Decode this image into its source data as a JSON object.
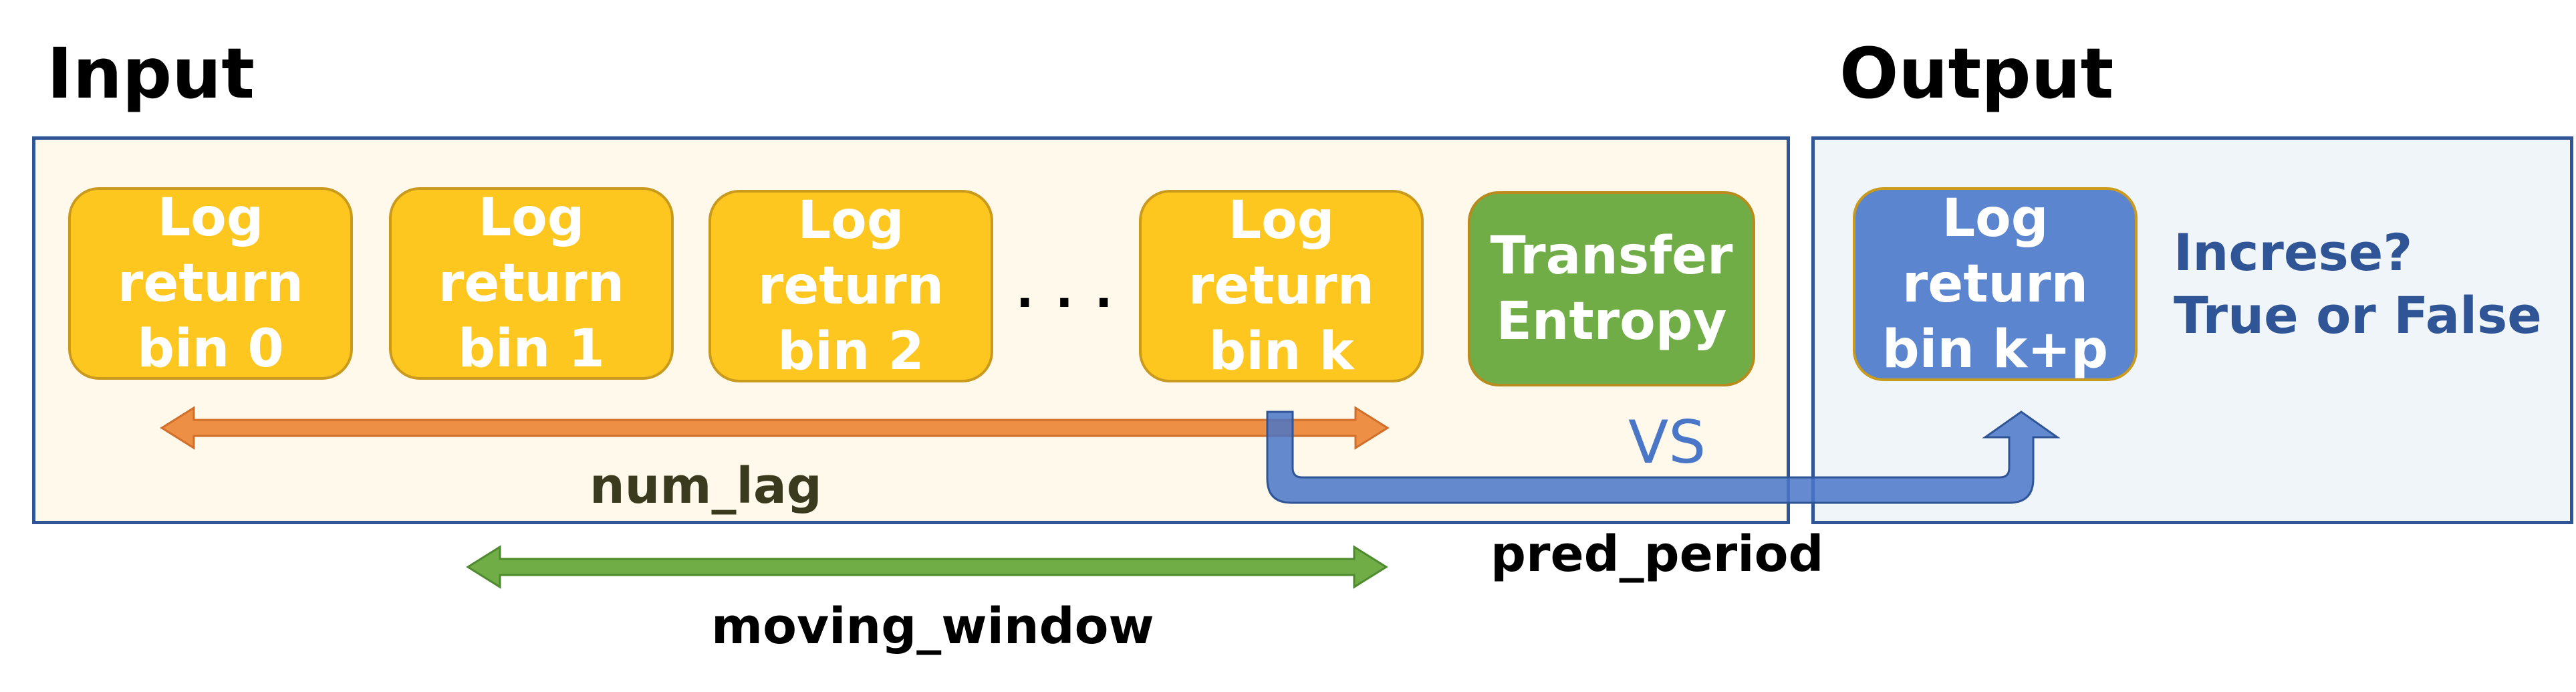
{
  "headings": {
    "input": "Input",
    "output": "Output"
  },
  "input_boxes": [
    {
      "lines": [
        "Log",
        "return",
        "bin 0"
      ]
    },
    {
      "lines": [
        "Log",
        "return",
        "bin 1"
      ]
    },
    {
      "lines": [
        "Log",
        "return",
        "bin 2"
      ]
    },
    {
      "lines": [
        "Log",
        "return",
        "bin k"
      ]
    }
  ],
  "ellipsis": ". . .",
  "transfer_entropy": {
    "lines": [
      "Transfer",
      "Entropy"
    ]
  },
  "output_box": {
    "lines": [
      "Log",
      "return",
      "bin k+p"
    ]
  },
  "output_question": {
    "line1": "Increse?",
    "line2": "True or False"
  },
  "vs_label": "VS",
  "arrows": {
    "num_lag": "num_lag",
    "moving_window": "moving_window",
    "pred_period": "pred_period"
  },
  "colors": {
    "panel_border": "#2f5597",
    "input_panel_fill": "#fff9ec",
    "output_panel_fill": "#f0f5fa",
    "bin_box": "#fec720",
    "transfer_entropy_box": "#70ad47",
    "output_box": "#5b85cf",
    "num_lag_arrow": "#ed8f45",
    "moving_window_arrow": "#70ad47",
    "pred_period_arrow": "#4a76c8",
    "output_text": "#2f5597"
  }
}
